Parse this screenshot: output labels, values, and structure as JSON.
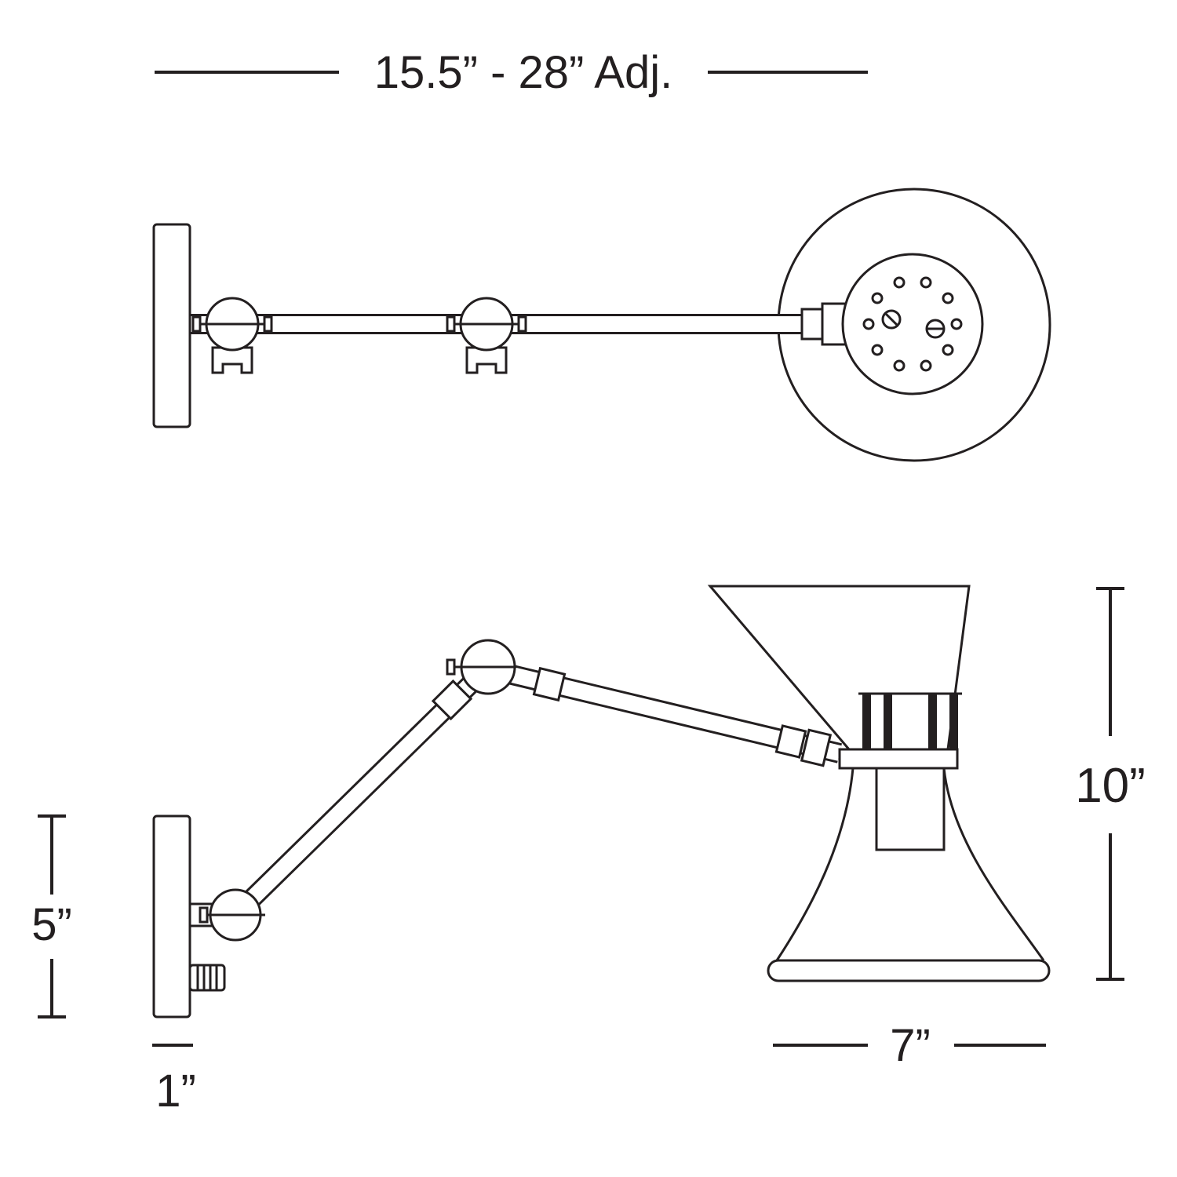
{
  "diagram": {
    "colors": {
      "line": "#231f20",
      "background": "#ffffff"
    },
    "dimensions": {
      "arm_reach_adjustable": "15.5” - 28” Adj.",
      "lamp_height": "10”",
      "backplate_height": "5”",
      "backplate_depth": "1”",
      "shade_width": "7”"
    }
  }
}
